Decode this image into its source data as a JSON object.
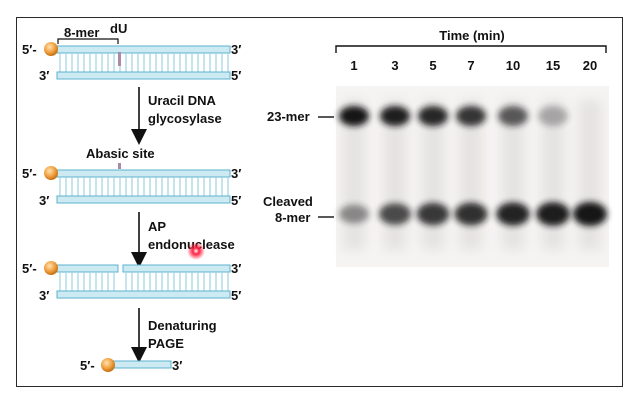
{
  "colors": {
    "strand_fill": "#cdeaf3",
    "strand_edge": "#5bb3cf",
    "rung": "#9fd3e3",
    "label_bead": "#f0a040",
    "du_mark": "#a98aa8",
    "cursor_dot": "#e01030",
    "band": "#141414"
  },
  "diagram": {
    "step1": {
      "top_5": "5′-",
      "top_3": "3′",
      "bottom_3": "3′",
      "bottom_5": "5′",
      "octamer_label": "8-mer",
      "du_label": "dU"
    },
    "arrow1_label": [
      "Uracil DNA",
      "glycosylase"
    ],
    "step2": {
      "abasic_label": "Abasic site",
      "top_5": "5′-",
      "top_3": "3′",
      "bottom_3": "3′",
      "bottom_5": "5′"
    },
    "arrow2_label": [
      "AP",
      "endonuclease"
    ],
    "step3": {
      "top_5": "5′-",
      "top_3": "3′",
      "bottom_3": "3′",
      "bottom_5": "5′"
    },
    "arrow3_label": [
      "Denaturing",
      "PAGE"
    ],
    "product": {
      "left_5": "5′-",
      "right_3": "3′"
    }
  },
  "gel": {
    "time_header": "Time (min)",
    "lanes": [
      "1",
      "3",
      "5",
      "7",
      "10",
      "15",
      "20"
    ],
    "band_23mer_label": "23-mer",
    "band_cleaved_label": [
      "Cleaved",
      "8-mer"
    ],
    "band_23mer_intensity": [
      1.0,
      0.95,
      0.9,
      0.82,
      0.62,
      0.18,
      0.0
    ],
    "band_cleaved_intensity": [
      0.35,
      0.7,
      0.8,
      0.85,
      0.92,
      0.96,
      1.0
    ]
  }
}
